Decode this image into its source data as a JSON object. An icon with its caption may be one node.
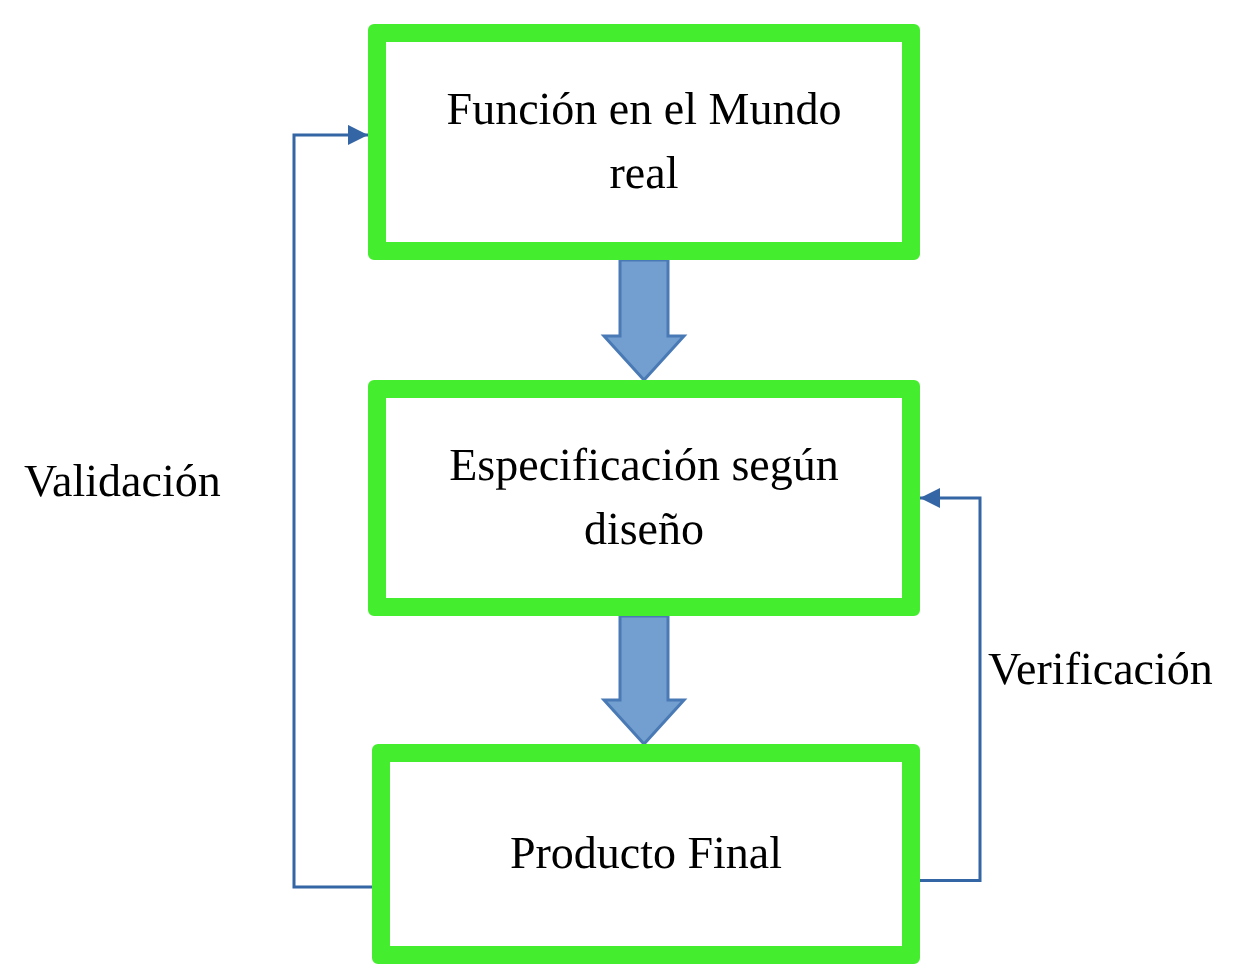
{
  "diagram": {
    "nodes": [
      {
        "text": [
          "Función en el Mundo real"
        ]
      },
      {
        "text": [
          "Especificación según diseño"
        ]
      },
      {
        "text": [
          "Producto Final"
        ]
      }
    ],
    "edges": [
      {
        "from": 0,
        "to": 1,
        "arrow": "to",
        "style": "thick",
        "color": "#729fcf"
      },
      {
        "from": 1,
        "to": 2,
        "arrow": "to",
        "style": "thick",
        "color": "#729fcf"
      },
      {
        "from": 2,
        "to": 0,
        "arrow": "to",
        "label": "Validación"
      },
      {
        "from": 2,
        "to": 1,
        "arrow": "to",
        "label": "Verificación"
      }
    ]
  }
}
